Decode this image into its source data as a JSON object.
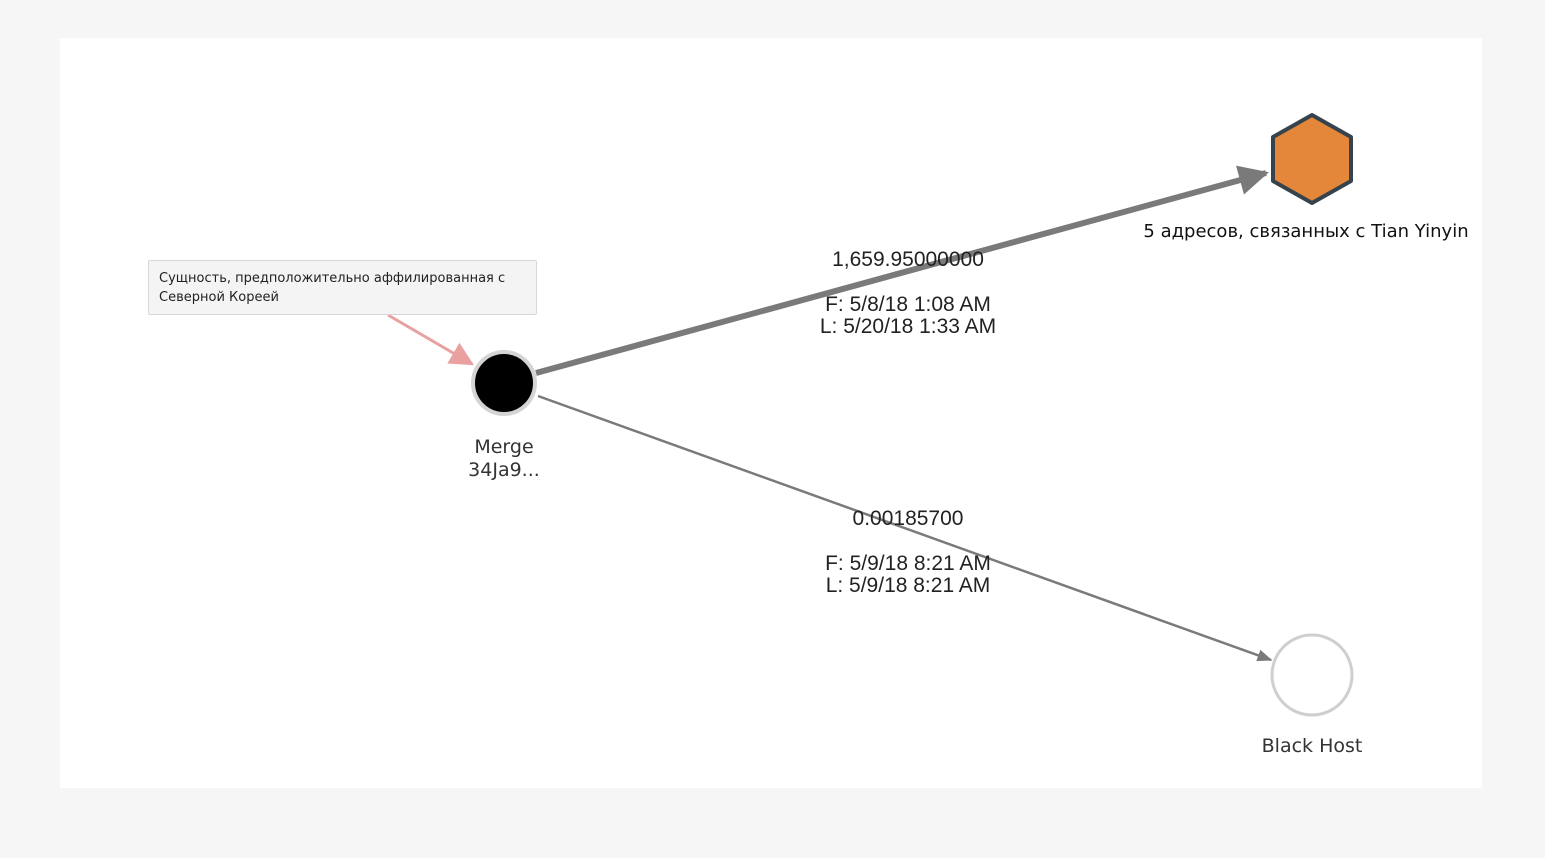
{
  "callout": {
    "text": "Сущность, предположительно аффилированная с Северной Кореей"
  },
  "nodes": {
    "merge": {
      "line1": "Merge",
      "line2": "34Ja9..."
    },
    "tian_yinyin": {
      "label": "5 адресов, связанных с Tian Yinyin"
    },
    "black_host": {
      "label": "Black Host"
    }
  },
  "edges": {
    "merge_to_tian": {
      "amount": "1,659.95000000",
      "first": "F: 5/8/18 1:08 AM",
      "last": "L: 5/20/18 1:33 AM"
    },
    "merge_to_black": {
      "amount": "0.00185700",
      "first": "F: 5/9/18 8:21 AM",
      "last": "L: 5/9/18 8:21 AM"
    }
  },
  "colors": {
    "background": "#f6f6f6",
    "canvas": "#ffffff",
    "merge_node": "#000000",
    "hexagon_fill": "#e5873a",
    "hexagon_stroke": "#36434c",
    "edge": "#7a7a7a",
    "callout_arrow": "#e8a0a0"
  }
}
